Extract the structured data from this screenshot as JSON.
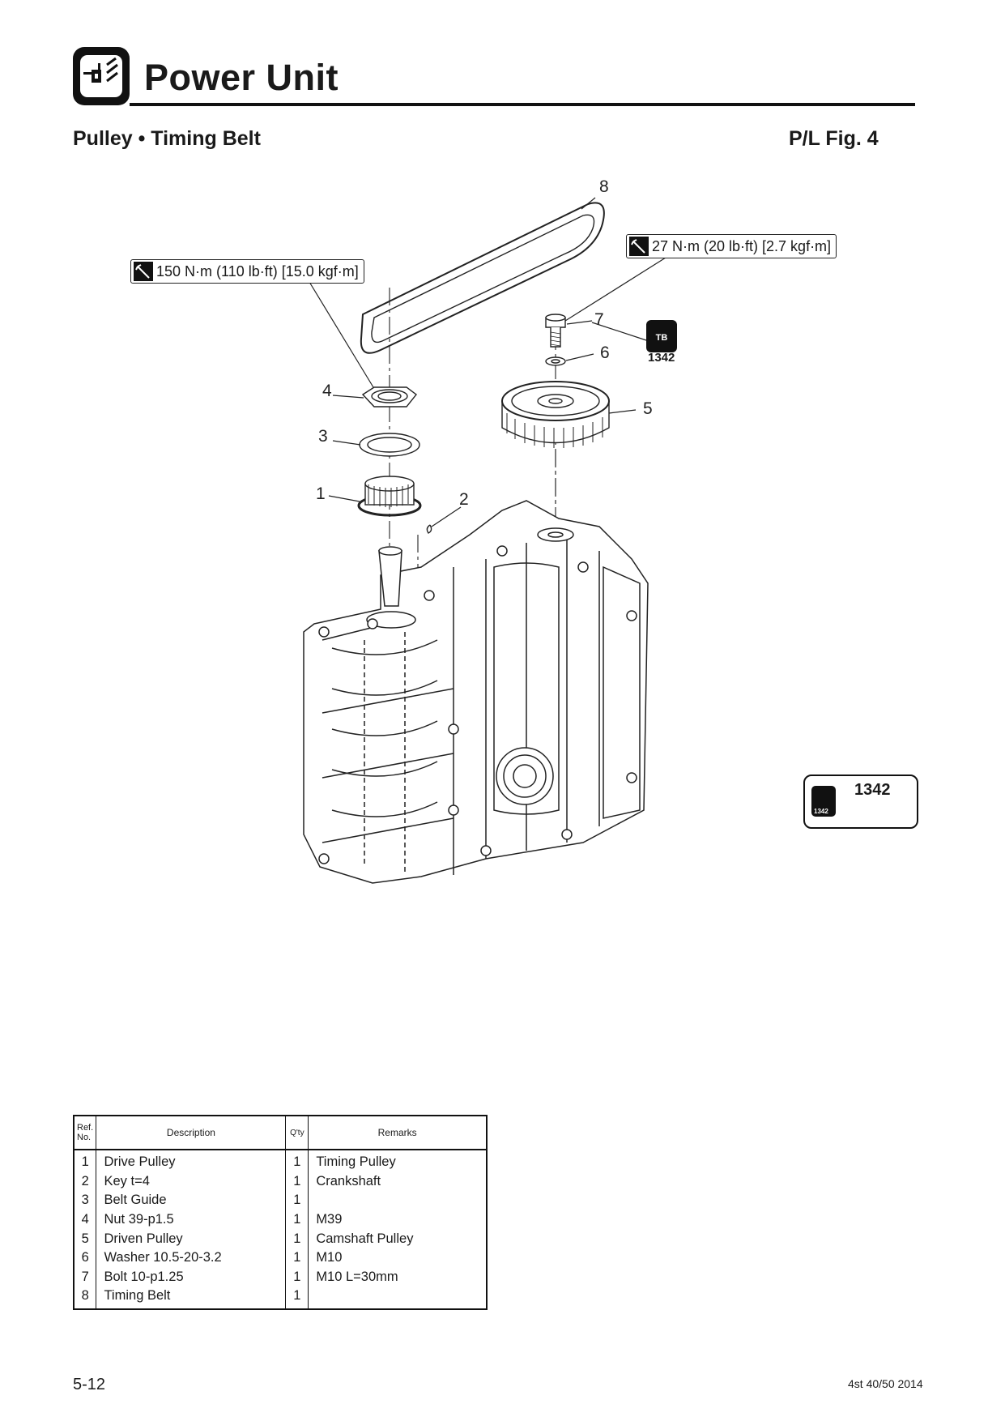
{
  "header": {
    "chapter_title": "Power Unit",
    "section_title": "Pulley • Timing Belt",
    "figure_ref": "P/L Fig. 4"
  },
  "torques": {
    "nut": "150 N·m (110 lb·ft) [15.0 kgf·m]",
    "bolt": "27 N·m (20 lb·ft) [2.7 kgf·m]"
  },
  "callouts": [
    "1",
    "2",
    "3",
    "4",
    "5",
    "6",
    "7",
    "8"
  ],
  "adhesive": {
    "code": "1342",
    "icon_code": "1342",
    "icon_letters": "TB"
  },
  "table": {
    "headers": {
      "ref_line1": "Ref.",
      "ref_line2": "No.",
      "description": "Description",
      "qty": "Q'ty",
      "remarks": "Remarks"
    },
    "rows": [
      {
        "ref": "1",
        "description": "Drive Pulley",
        "qty": "1",
        "remarks": "Timing Pulley"
      },
      {
        "ref": "2",
        "description": "Key t=4",
        "qty": "1",
        "remarks": "Crankshaft"
      },
      {
        "ref": "3",
        "description": "Belt Guide",
        "qty": "1",
        "remarks": ""
      },
      {
        "ref": "4",
        "description": "Nut 39-p1.5",
        "qty": "1",
        "remarks": "M39"
      },
      {
        "ref": "5",
        "description": "Driven Pulley",
        "qty": "1",
        "remarks": "Camshaft Pulley"
      },
      {
        "ref": "6",
        "description": "Washer 10.5-20-3.2",
        "qty": "1",
        "remarks": "M10"
      },
      {
        "ref": "7",
        "description": "Bolt 10-p1.25",
        "qty": "1",
        "remarks": "M10 L=30mm"
      },
      {
        "ref": "8",
        "description": "Timing Belt",
        "qty": "1",
        "remarks": ""
      }
    ]
  },
  "footer": {
    "page_number": "5-12",
    "doc_id": "4st 40/50  2014"
  }
}
